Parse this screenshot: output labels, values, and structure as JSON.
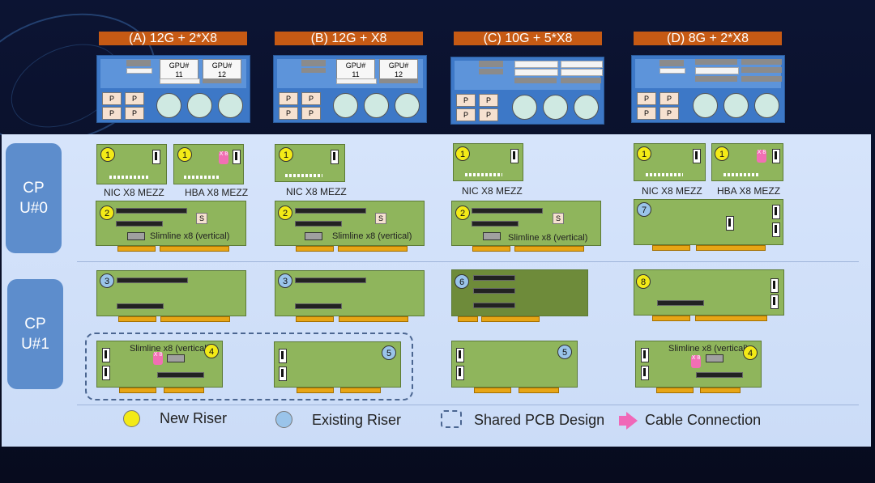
{
  "configs": [
    {
      "title": "(A) 12G + 2*X8"
    },
    {
      "title": "(B) 12G + X8"
    },
    {
      "title": "(C) 10G + 5*X8"
    },
    {
      "title": "(D) 8G + 2*X8"
    }
  ],
  "chassis": {
    "gpu_a": "GPU#",
    "gpu_11": "11",
    "gpu_12": "12",
    "p_label": "P"
  },
  "cpu0": "CPU#0",
  "cpu1": "CPU#1",
  "labels": {
    "nic": "NIC X8 MEZZ",
    "hba": "HBA X8 MEZZ",
    "slimline": "Slimline x8 (vertical)",
    "s": "S",
    "x8": "X 8"
  },
  "risers": {
    "r1": "1",
    "r2": "2",
    "r3": "3",
    "r4": "4",
    "r5": "5",
    "r6": "6",
    "r7": "7",
    "r8": "8"
  },
  "legend": {
    "new": "New Riser",
    "existing": "Existing Riser",
    "shared": "Shared PCB Design",
    "cable": "Cable Connection"
  },
  "colors": {
    "new_riser": "#f3ea17",
    "existing_riser": "#9ac4ea",
    "title_bar": "#c65a14",
    "card": "#8fb55c"
  }
}
